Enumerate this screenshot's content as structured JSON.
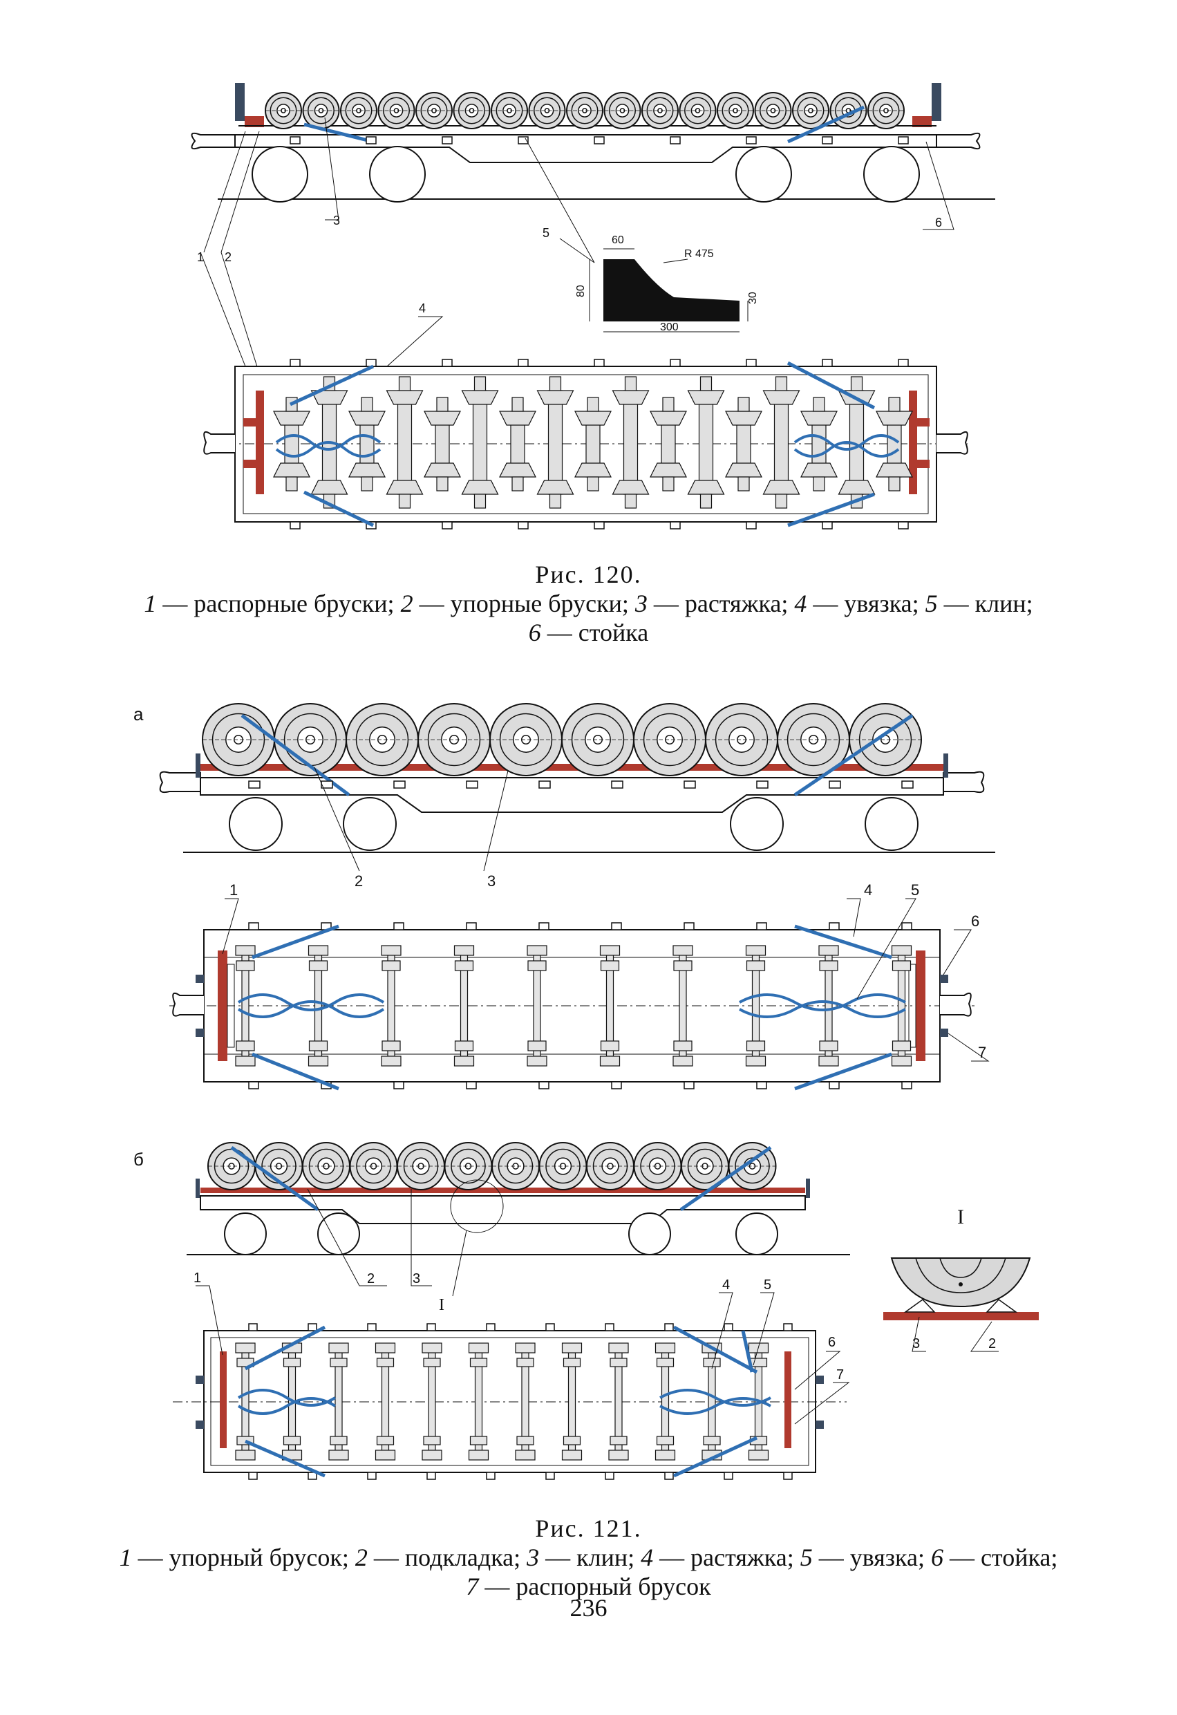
{
  "fig120": {
    "title": "Рис. 120.",
    "legend_line1": [
      {
        "num": "1",
        "text": " — распорные бруски; "
      },
      {
        "num": "2",
        "text": " — упорные бруски; "
      },
      {
        "num": "3",
        "text": " — растяжка; "
      },
      {
        "num": "4",
        "text": " — увязка; "
      },
      {
        "num": "5",
        "text": " — клин;"
      }
    ],
    "legend_line2": [
      {
        "num": "6",
        "text": " — стойка"
      }
    ],
    "callouts": [
      "1",
      "2",
      "3",
      "4",
      "5",
      "6"
    ],
    "wedge_dims": {
      "top": "60",
      "radius": "R 475",
      "height": "80",
      "tip": "30",
      "length": "300"
    }
  },
  "fig121": {
    "title": "Рис. 121.",
    "panel_a": "а",
    "panel_b": "б",
    "detail_label": "I",
    "legend_line1": [
      {
        "num": "1",
        "text": " — упорный брусок; "
      },
      {
        "num": "2",
        "text": " — подкладка; "
      },
      {
        "num": "3",
        "text": " — клин; "
      },
      {
        "num": "4",
        "text": " — растяжка; "
      },
      {
        "num": "5",
        "text": " — увязка; "
      },
      {
        "num": "6",
        "text": " — стойка;"
      }
    ],
    "legend_line2": [
      {
        "num": "7",
        "text": " — распорный брусок"
      }
    ],
    "callouts_a": [
      "1",
      "2",
      "3",
      "4",
      "5",
      "6",
      "7"
    ],
    "callouts_b": [
      "1",
      "2",
      "3",
      "4",
      "5",
      "6",
      "7"
    ],
    "callouts_detail": [
      "3",
      "2"
    ]
  },
  "page_number": "236",
  "colors": {
    "line": "#111111",
    "wheel_fill": "#dcdcdc",
    "stop_bar": "#b03a2e",
    "tie_wire": "#2f6fb3",
    "wedge": "#111111"
  }
}
